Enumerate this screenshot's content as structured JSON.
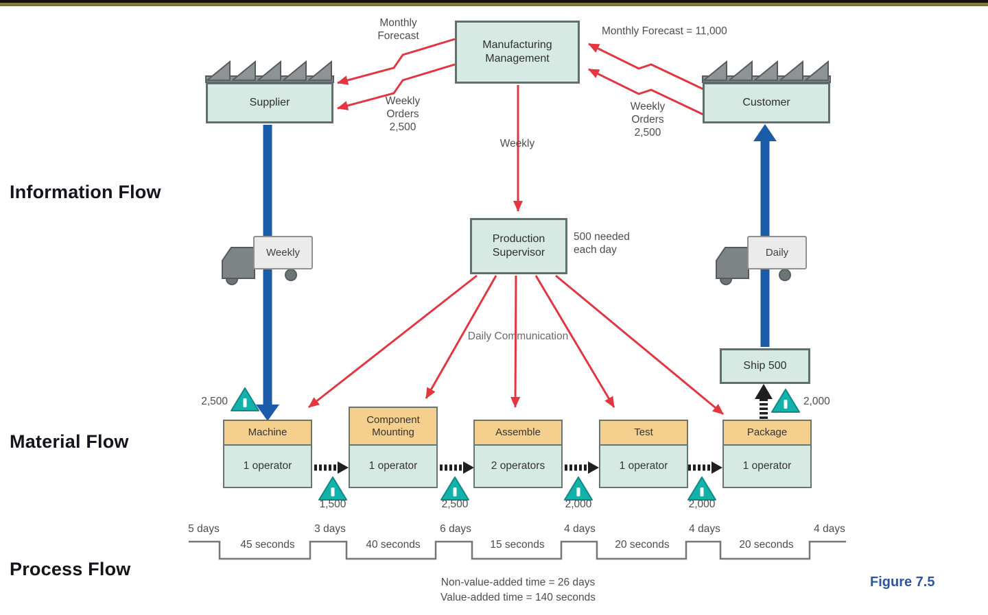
{
  "figure_label": "Figure 7.5",
  "sections": {
    "information": "Information Flow",
    "material": "Material Flow",
    "process": "Process Flow"
  },
  "nodes": {
    "manufacturing_management": "Manufacturing\nManagement",
    "supplier": "Supplier",
    "customer": "Customer",
    "production_supervisor": "Production\nSupervisor",
    "ship": "Ship 500"
  },
  "annotations": {
    "monthly_forecast": "Monthly\nForecast",
    "monthly_forecast_value": "Monthly Forecast = 11,000",
    "weekly_orders_left": "Weekly\nOrders\n2,500",
    "weekly_orders_right": "Weekly\nOrders\n2,500",
    "weekly": "Weekly",
    "needed_each_day": "500 needed\neach day",
    "daily_communication": "Daily Communication",
    "truck_left_frequency": "Weekly",
    "truck_right_frequency": "Daily"
  },
  "inventories": {
    "raw_material": "2,500",
    "after_machine": "1,500",
    "after_component_mounting": "2,500",
    "after_assemble": "2,000",
    "after_test": "2,000",
    "finished_goods": "2,000"
  },
  "processes": [
    {
      "name": "Machine",
      "staff": "1 operator"
    },
    {
      "name": "Component\nMounting",
      "staff": "1 operator"
    },
    {
      "name": "Assemble",
      "staff": "2 operators"
    },
    {
      "name": "Test",
      "staff": "1 operator"
    },
    {
      "name": "Package",
      "staff": "1 operator"
    }
  ],
  "timeline": {
    "labels": [
      "5 days",
      "45 seconds",
      "3 days",
      "40 seconds",
      "6 days",
      "15 seconds",
      "4 days",
      "20 seconds",
      "4 days",
      "20 seconds",
      "4 days"
    ],
    "non_value_added": "Non-value-added time = 26 days",
    "value_added": "Value-added time = 140 seconds"
  },
  "colors": {
    "accent_red": "#e33640",
    "accent_blue": "#1a5ca8",
    "inventory_teal": "#12b2ab",
    "node_fill": "#d6eae3",
    "process_header": "#f5cf8d",
    "figure_blue": "#2b56a5",
    "top_bar": "#857a3c"
  }
}
